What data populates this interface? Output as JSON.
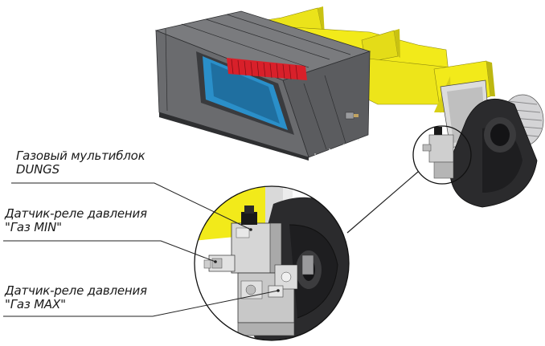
{
  "labels": {
    "multiblock": {
      "line1": "Газовый мультиблок",
      "line2": "DUNGS"
    },
    "pressure_min": {
      "line1": "Датчик-реле давления",
      "line2": "\"Газ MIN\""
    },
    "pressure_max": {
      "line1": "Датчик-реле давления",
      "line2": "\"Газ MAX\""
    }
  },
  "colors": {
    "duct_yellow": "#f2ea1a",
    "housing_gray": "#6e6f72",
    "housing_dark": "#3d3e41",
    "inner_blue": "#2a8fc9",
    "burner_red": "#d8202a",
    "fan_black": "#1e1e20",
    "valve_silver": "#c9c9c9"
  }
}
